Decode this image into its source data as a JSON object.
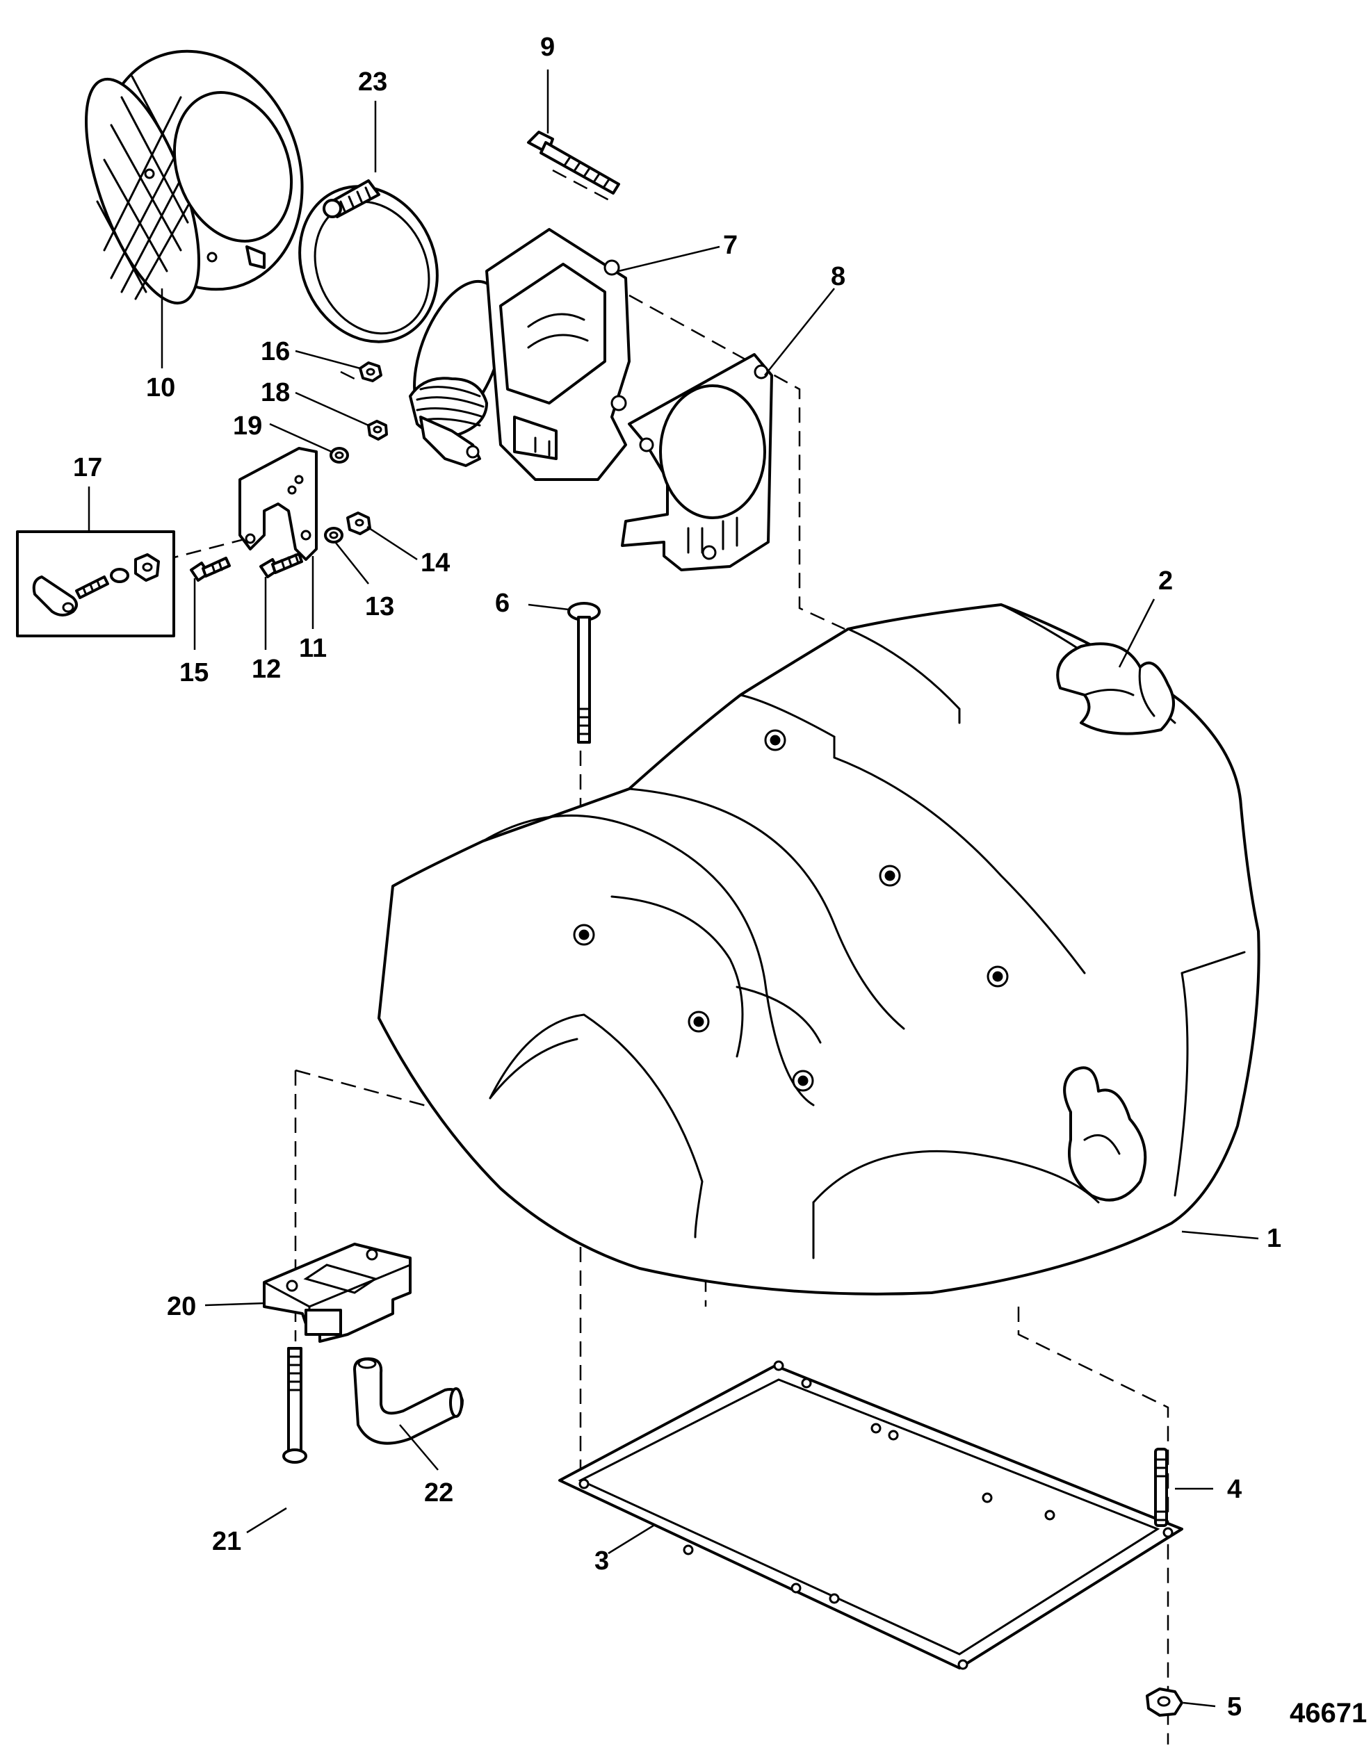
{
  "diagram": {
    "document_number": "46671",
    "callouts": [
      "1",
      "2",
      "3",
      "4",
      "5",
      "6",
      "7",
      "8",
      "9",
      "10",
      "11",
      "12",
      "13",
      "14",
      "15",
      "16",
      "17",
      "18",
      "19",
      "20",
      "21",
      "22",
      "23"
    ]
  }
}
